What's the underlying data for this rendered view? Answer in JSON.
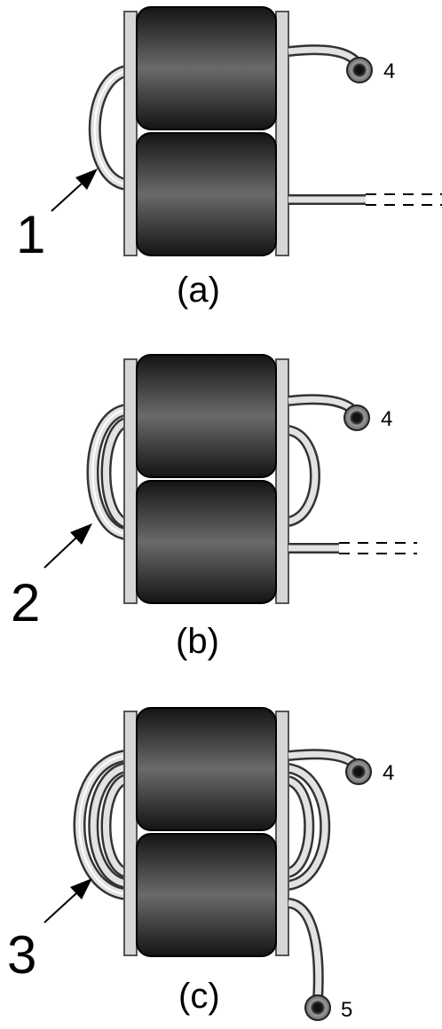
{
  "panels": [
    {
      "caption": "(a)",
      "callout": "1",
      "terminal": "4"
    },
    {
      "caption": "(b)",
      "callout": "2",
      "terminal": "4"
    },
    {
      "caption": "(c)",
      "callout": "3",
      "terminal": "4",
      "terminal_b": "5"
    }
  ],
  "colors": {
    "core_dark": "#141414",
    "core_mid": "#6a6a6a",
    "plate": "#d6d6d6",
    "plate_edge": "#555555",
    "wire_outline": "#333333",
    "wire_fill": "#e2e2e2",
    "terminal_outer": "#9a9a9a"
  }
}
